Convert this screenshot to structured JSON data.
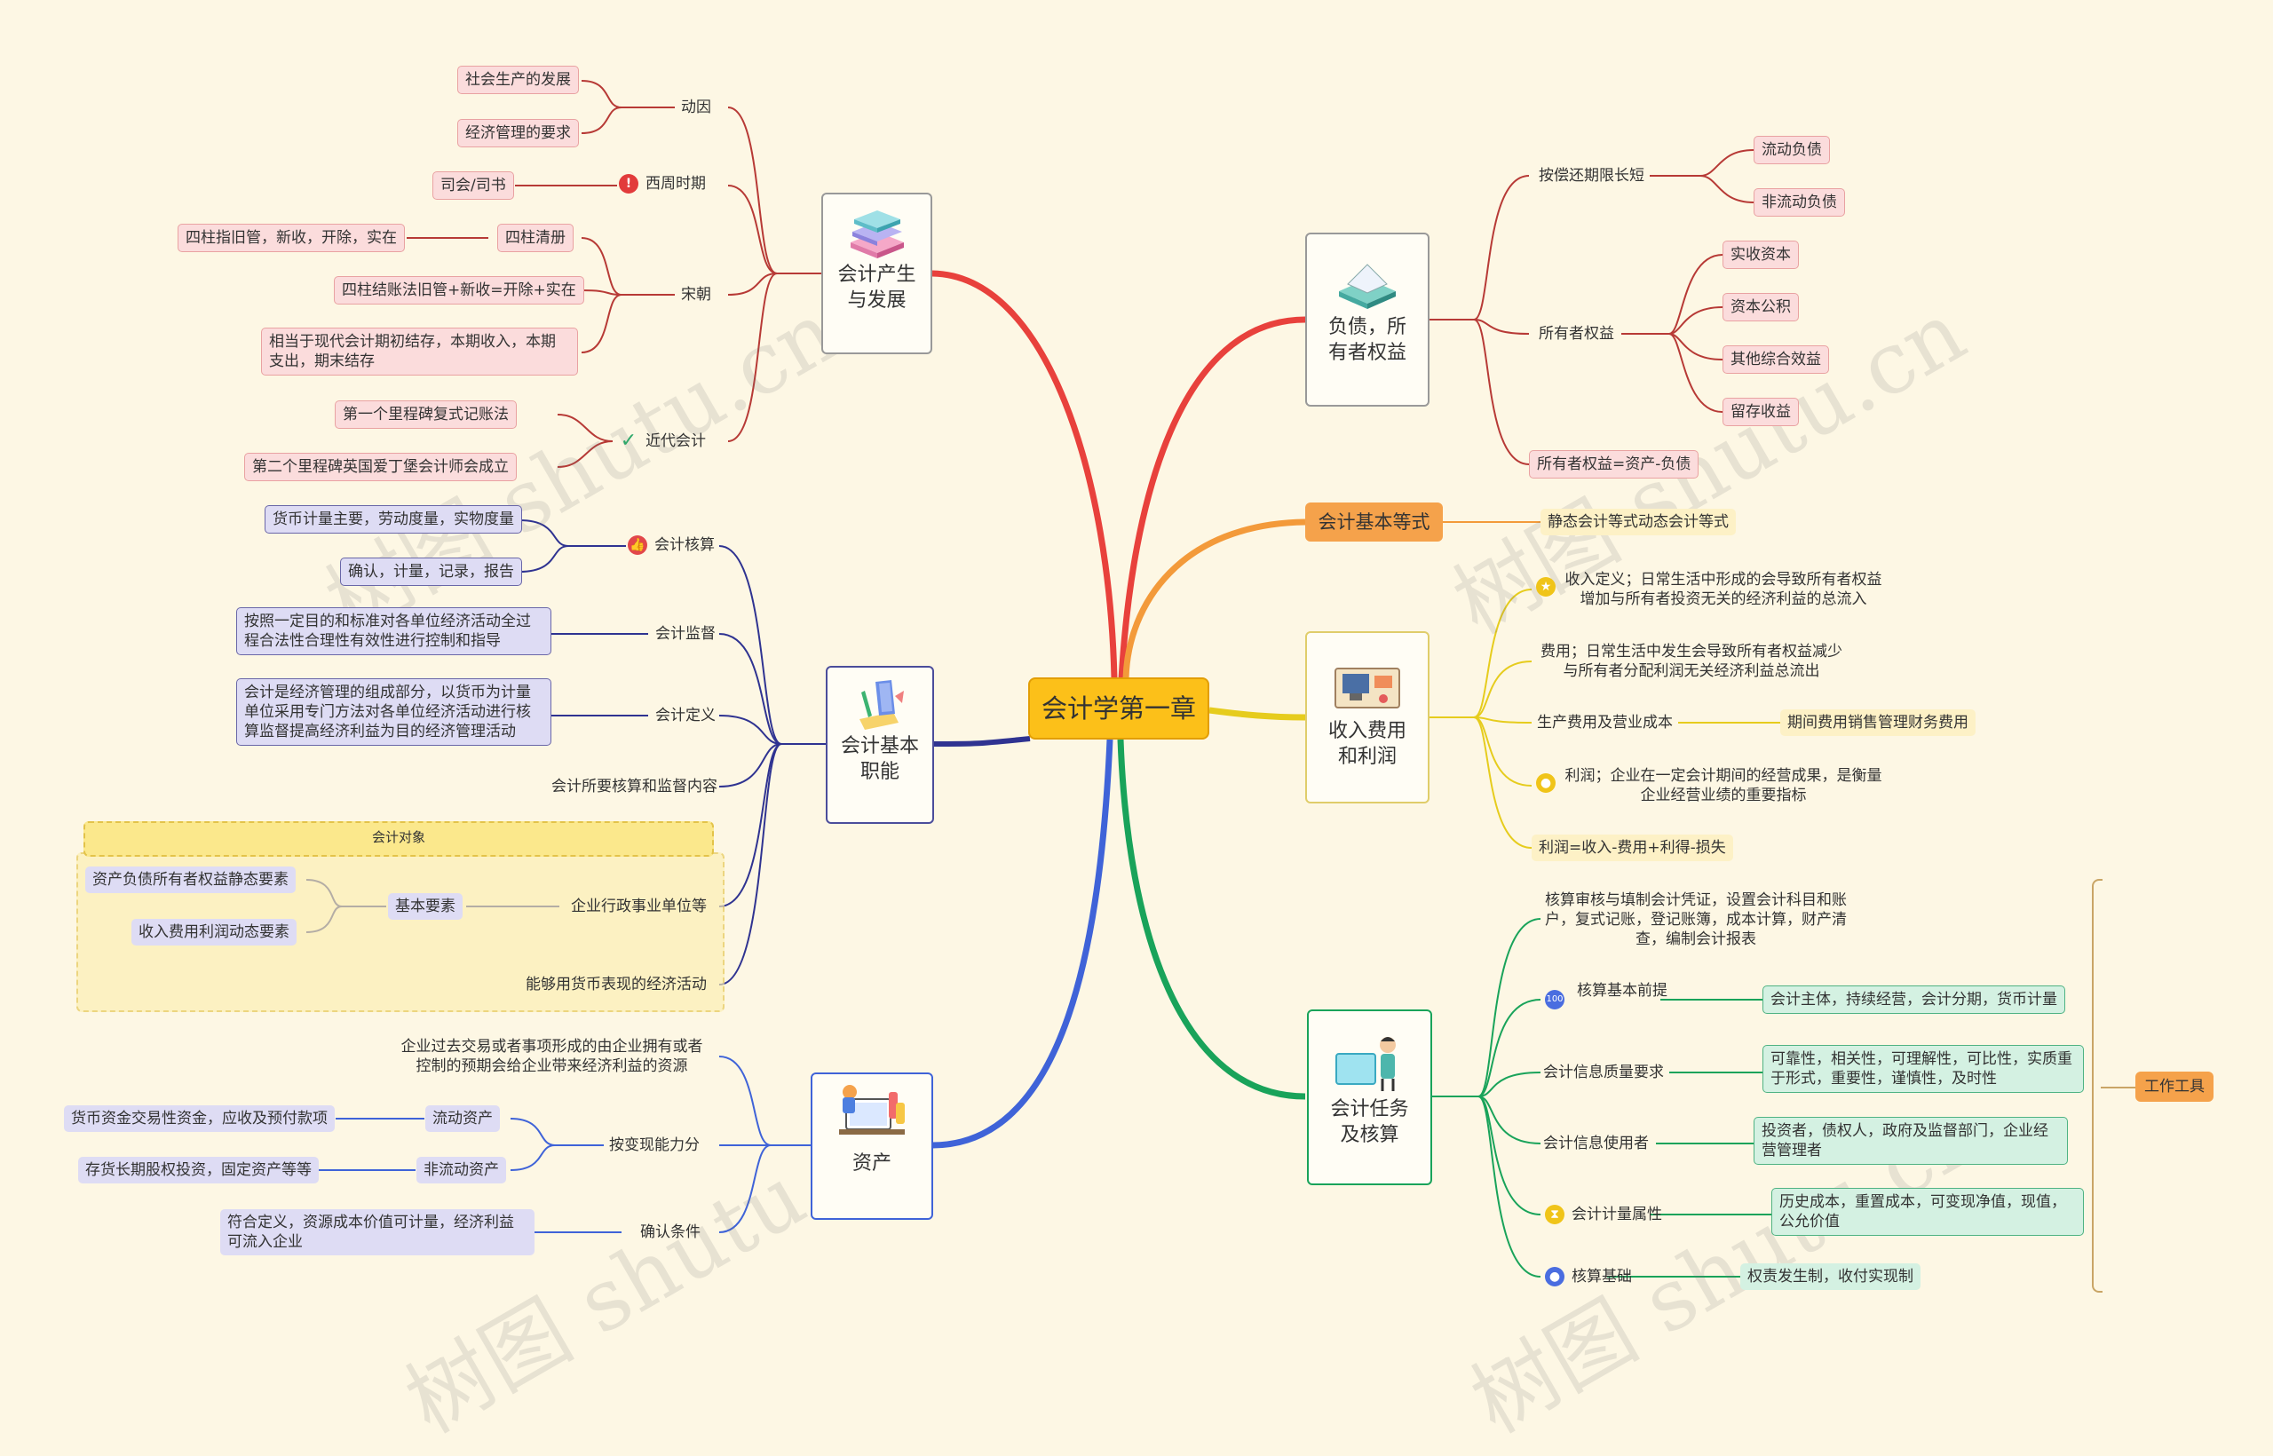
{
  "root": "会计学第一章",
  "topics": {
    "origin": "会计产生与发展",
    "functions": "会计基本职能",
    "assets": "资产",
    "liabilities": "负债，所有者权益",
    "equation": "会计基本等式",
    "income": "收入费用和利润",
    "tasks": "会计任务及核算"
  },
  "origin": {
    "motive": "动因",
    "motive_items": [
      "社会生产的发展",
      "经济管理的要求"
    ],
    "zhou": "西周时期",
    "zhou_item": "司会/司书",
    "song": "宋朝",
    "song_sub": "四柱清册",
    "song_sub_item": "四柱指旧管，新收，开除，实在",
    "song_items": [
      "四柱结账法旧管+新收=开除+实在",
      "相当于现代会计期初结存，本期收入，本期支出，期末结存"
    ],
    "modern": "近代会计",
    "modern_items": [
      "第一个里程碑复式记账法",
      "第二个里程碑英国爱丁堡会计师会成立"
    ]
  },
  "functions": {
    "accounting": "会计核算",
    "accounting_items": [
      "货币计量主要，劳动度量，实物度量",
      "确认，计量，记录，报告"
    ],
    "supervision": "会计监督",
    "supervision_item": "按照一定目的和标准对各单位经济活动全过程合法性合理性有效性进行控制和指导",
    "definition": "会计定义",
    "definition_item": "会计是经济管理的组成部分，以货币为计量单位采用专门方法对各单位经济活动进行核算监督提高经济利益为目的经济管理活动",
    "content": "会计所要核算和监督内容",
    "group_title": "会计对象",
    "units": "企业行政事业单位等",
    "elements": "基本要素",
    "element_items": [
      "资产负债所有者权益静态要素",
      "收入费用利润动态要素"
    ],
    "money": "能够用货币表现的经济活动"
  },
  "assets": {
    "definition": "企业过去交易或者事项形成的由企业拥有或者控制的预期会给企业带来经济利益的资源",
    "liquidity": "按变现能力分",
    "current": "流动资产",
    "current_item": "货币资金交易性资金，应收及预付款项",
    "noncurrent": "非流动资产",
    "noncurrent_item": "存货长期股权投资，固定资产等等",
    "recognition": "确认条件",
    "recognition_item": "符合定义，资源成本价值可计量，经济利益可流入企业"
  },
  "liabilities": {
    "term": "按偿还期限长短",
    "term_items": [
      "流动负债",
      "非流动负债"
    ],
    "equity": "所有者权益",
    "equity_items": [
      "实收资本",
      "资本公积",
      "其他综合效益",
      "留存收益"
    ],
    "formula": "所有者权益=资产-负债"
  },
  "equation": {
    "item": "静态会计等式动态会计等式"
  },
  "income": {
    "revenue": "收入定义；日常生活中形成的会导致所有者权益增加与所有者投资无关的经济利益的总流入",
    "expense": "费用；日常生活中发生会导致所有者权益减少与所有者分配利润无关经济利益总流出",
    "cost": "生产费用及营业成本",
    "cost_item": "期间费用销售管理财务费用",
    "profit": "利润；企业在一定会计期间的经营成果，是衡量企业经营业绩的重要指标",
    "formula": "利润=收入-费用+利得-损失"
  },
  "tasks": {
    "duty": "核算审核与填制会计凭证，设置会计科目和账户，复式记账，登记账簿，成本计算，财产清查，编制会计报表",
    "premise": "核算基本前提",
    "premise_item": "会计主体，持续经营，会计分期，货币计量",
    "quality": "会计信息质量要求",
    "quality_item": "可靠性，相关性，可理解性，可比性，实质重于形式，重要性，谨慎性，及时性",
    "users": "会计信息使用者",
    "users_item": "投资者，债权人，政府及监督部门，企业经营管理者",
    "measure": "会计计量属性",
    "measure_item": "历史成本，重置成本，可变现净值，现值，公允价值",
    "basis": "核算基础",
    "basis_item": "权责发生制，收付实现制",
    "tools": "工作工具"
  },
  "watermark": "树图 shutu.cn",
  "colors": {
    "red": "#e8413c",
    "orange": "#f39a3a",
    "yellow": "#e6cc1d",
    "green": "#19a35a",
    "blue": "#3f63d8",
    "navy": "#2f3391",
    "origin_branch": "#b73a36"
  }
}
